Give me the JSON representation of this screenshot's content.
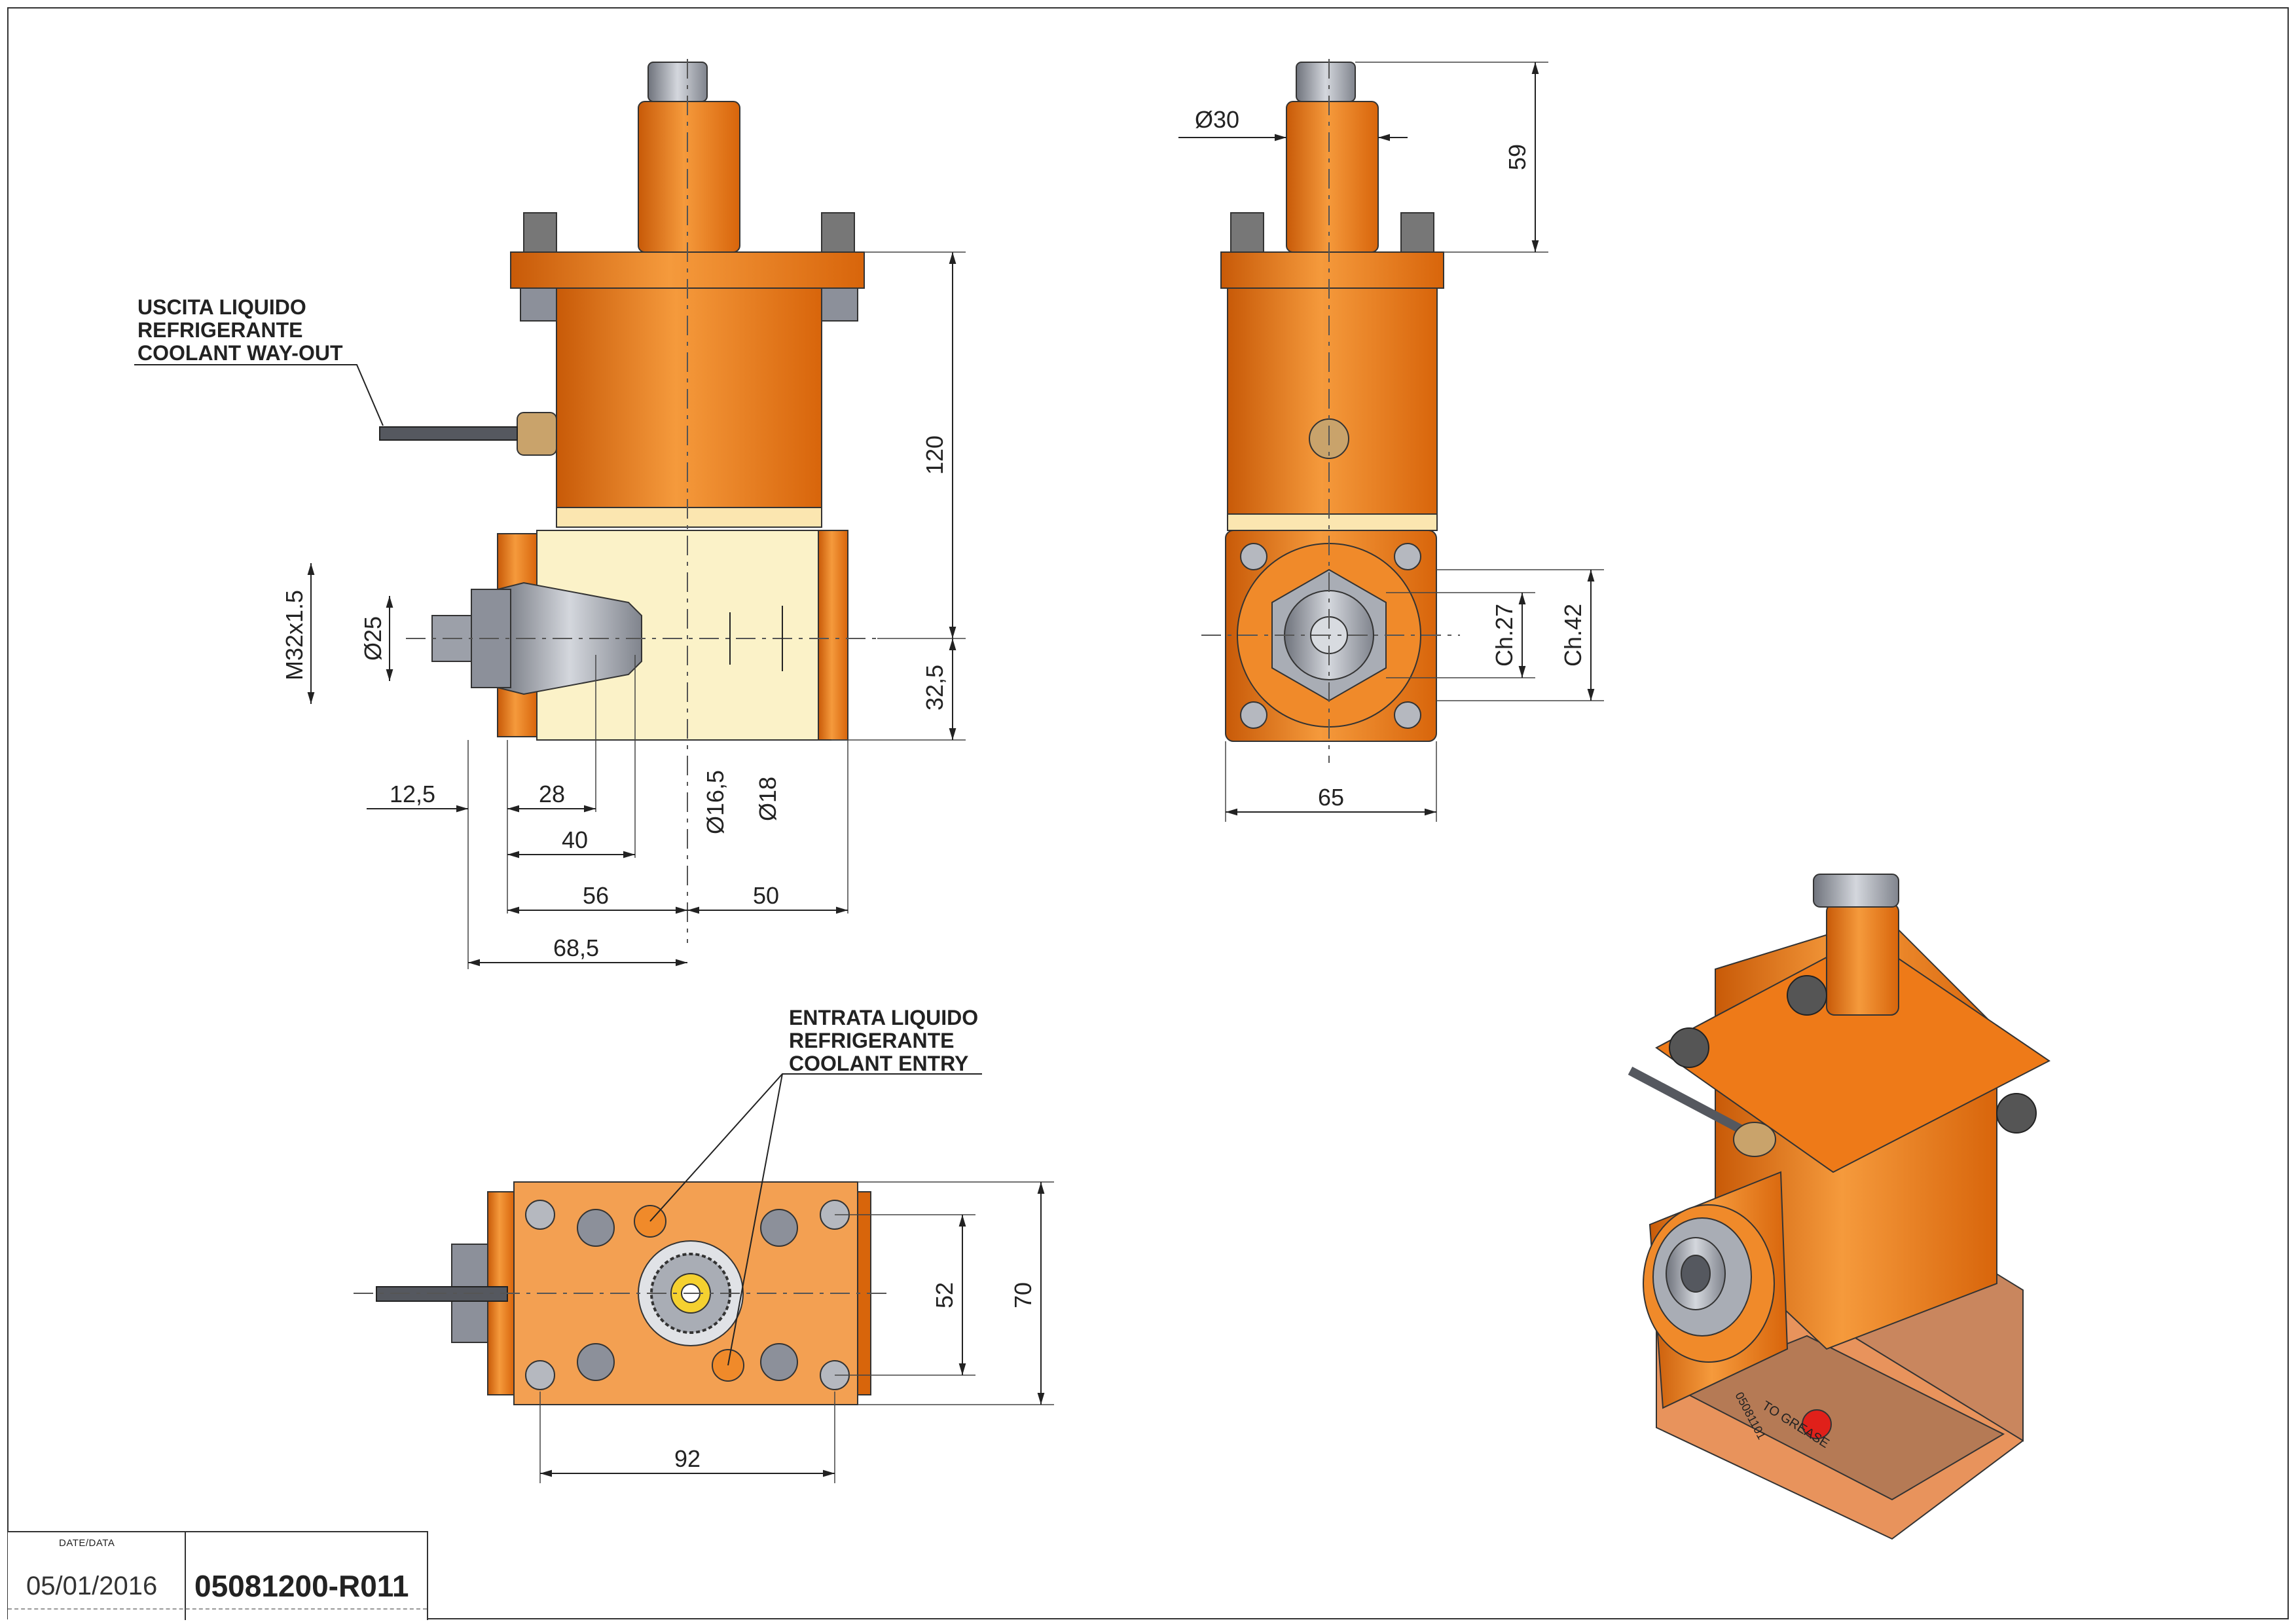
{
  "notes": {
    "coolant_out": [
      "USCITA LIQUIDO",
      "REFRIGERANTE",
      "COOLANT WAY-OUT"
    ],
    "coolant_in": [
      "ENTRATA LIQUIDO",
      "REFRIGERANTE",
      "COOLANT ENTRY"
    ]
  },
  "dimensions": {
    "front": {
      "h120": "120",
      "h32_5": "32,5",
      "m32": "M32x1.5",
      "d25": "Ø25",
      "d16_5": "Ø16,5",
      "d18": "Ø18",
      "w12_5": "12,5",
      "w28": "28",
      "w40": "40",
      "w56": "56",
      "w50": "50",
      "w68_5": "68,5"
    },
    "side": {
      "d30": "Ø30",
      "h59": "59",
      "ch27": "Ch.27",
      "ch42": "Ch.42",
      "w65": "65"
    },
    "top": {
      "h52": "52",
      "h70": "70",
      "w92": "92"
    }
  },
  "iso_view": {
    "part_label": "05081101",
    "grease_label": "TO GREASE"
  },
  "title_block": {
    "date_label": "DATE/DATA",
    "date": "05/01/2016",
    "code": "05081200-R011"
  },
  "colors": {
    "orange": "#E8720F",
    "orange_light": "#F5A455",
    "cream": "#FBF2C8",
    "steel": "#9A9EA8",
    "bolt": "#7A7D85",
    "line": "#333333"
  }
}
